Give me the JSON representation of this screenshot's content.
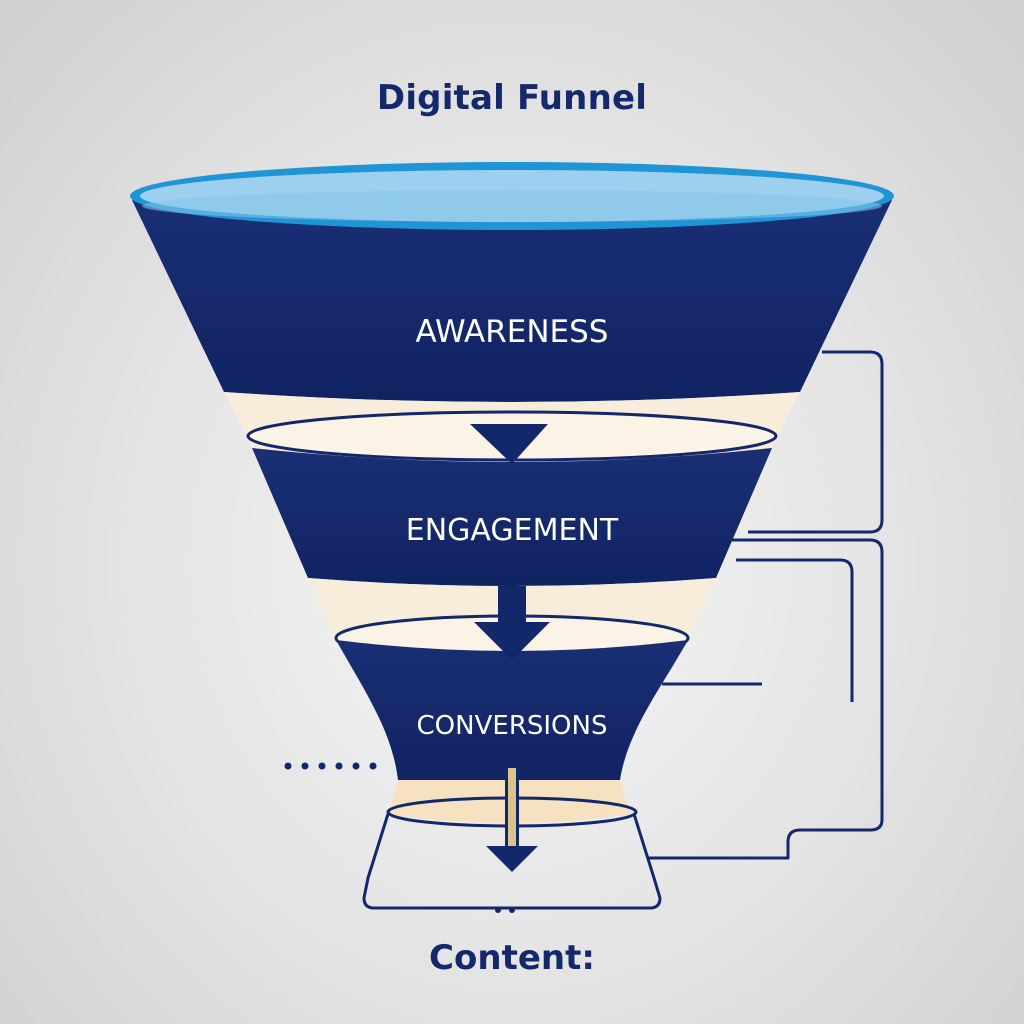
{
  "title": "Digital Funnel",
  "stages": [
    {
      "label": "AWARENESS"
    },
    {
      "label": "ENGAGEMENT"
    },
    {
      "label": "CONVERSIONS"
    }
  ],
  "footer": "Content:",
  "colors": {
    "navy": "#13286b",
    "rim_blue": "#1f95d6",
    "rim_fill": "#9cd0ee",
    "cream": "#f8ecda",
    "gold": "#d9c48a",
    "line": "#14286b"
  }
}
